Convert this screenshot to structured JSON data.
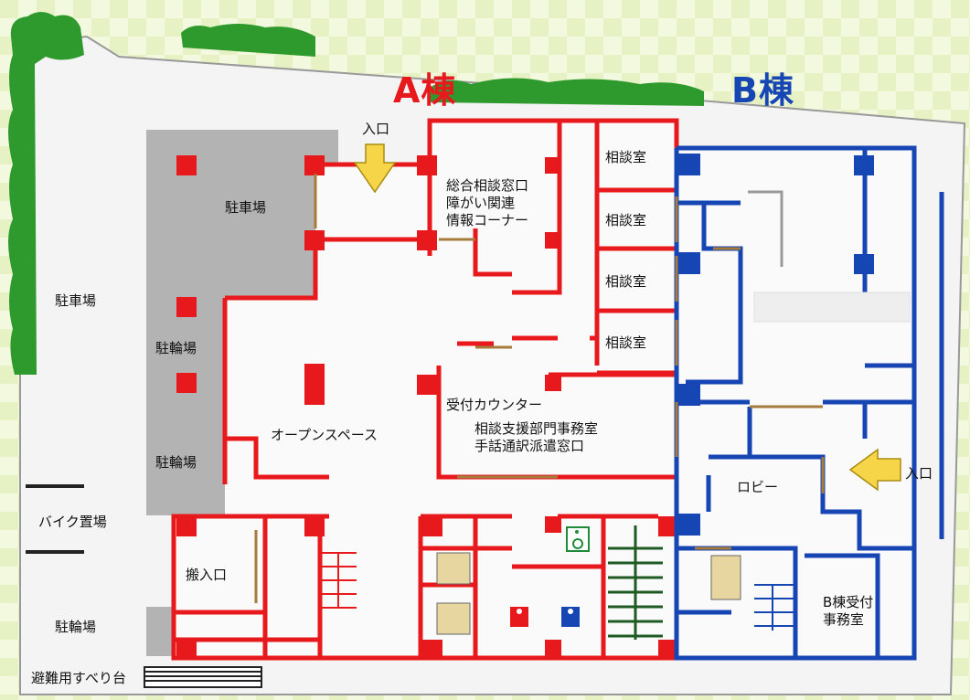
{
  "map": {
    "wing_a": {
      "label": "A棟",
      "color": "#e8191c"
    },
    "wing_b": {
      "label": "B棟",
      "color": "#1646b4"
    },
    "colors": {
      "wall_a": "#e8191c",
      "wall_b": "#1646b4",
      "parking": "#b3b3b3",
      "greenery": "#2e9a2e",
      "arrow": "#f6d548",
      "stair_green": "#1f5a23"
    },
    "labels": {
      "entrance_main": "入口",
      "entrance_b": "入口",
      "parking_inner": "駐車場",
      "parking_outer": "駐車場",
      "bicycle_1": "駐輪場",
      "bicycle_2": "駐輪場",
      "bicycle_3": "駐輪場",
      "bike_area": "バイク置場",
      "loading": "搬入口",
      "open_space": "オープンスペース",
      "consult_window": [
        "総合相談窓口",
        "障がい関連",
        "情報コーナー"
      ],
      "consult_rooms": [
        "相談室",
        "相談室",
        "相談室",
        "相談室"
      ],
      "reception": "受付カウンター",
      "support_office": [
        "相談支援部門事務室",
        "手話通訳派遣窓口"
      ],
      "lobby": "ロビー",
      "b_reception": [
        "B棟受付",
        "事務室"
      ],
      "evac_slide": "避難用すべり台"
    },
    "icons": [
      "wheelchair-icon",
      "elevator-icon",
      "toilet-female-icon",
      "toilet-male-icon"
    ]
  }
}
